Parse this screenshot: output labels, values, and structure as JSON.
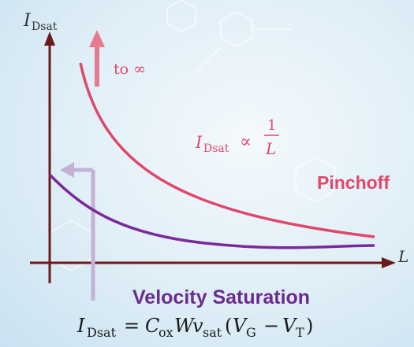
{
  "colors": {
    "axis": "#6b1a1a",
    "pinchoff": "#e0486b",
    "velocity": "#7a2a9a",
    "arrow_up": "#e77a90",
    "arrow_left": "#c4b2d6",
    "formula_text": "#1a1a1a",
    "pinchoff_formula": "#e0486b"
  },
  "axes": {
    "y_label_main": "I",
    "y_label_sub": "Dsat",
    "x_label": "L"
  },
  "annotations": {
    "to_infinity": "to ∞",
    "pinchoff_formula_I": "I",
    "pinchoff_formula_sub": "Dsat",
    "pinchoff_formula_prop": "∝",
    "pinchoff_formula_num": "1",
    "pinchoff_formula_den": "L",
    "pinchoff_label": "Pinchoff",
    "velocity_label": "Velocity Saturation"
  },
  "velocity_formula": {
    "I": "I",
    "I_sub": "Dsat",
    "eq": "=",
    "C": "C",
    "C_sub": "ox",
    "W": "W",
    "v": "v",
    "v_sub": "sat",
    "open": "(",
    "VG": "V",
    "VG_sub": "G",
    "minus": "−",
    "VT": "V",
    "VT_sub": "T",
    "close": ")"
  }
}
